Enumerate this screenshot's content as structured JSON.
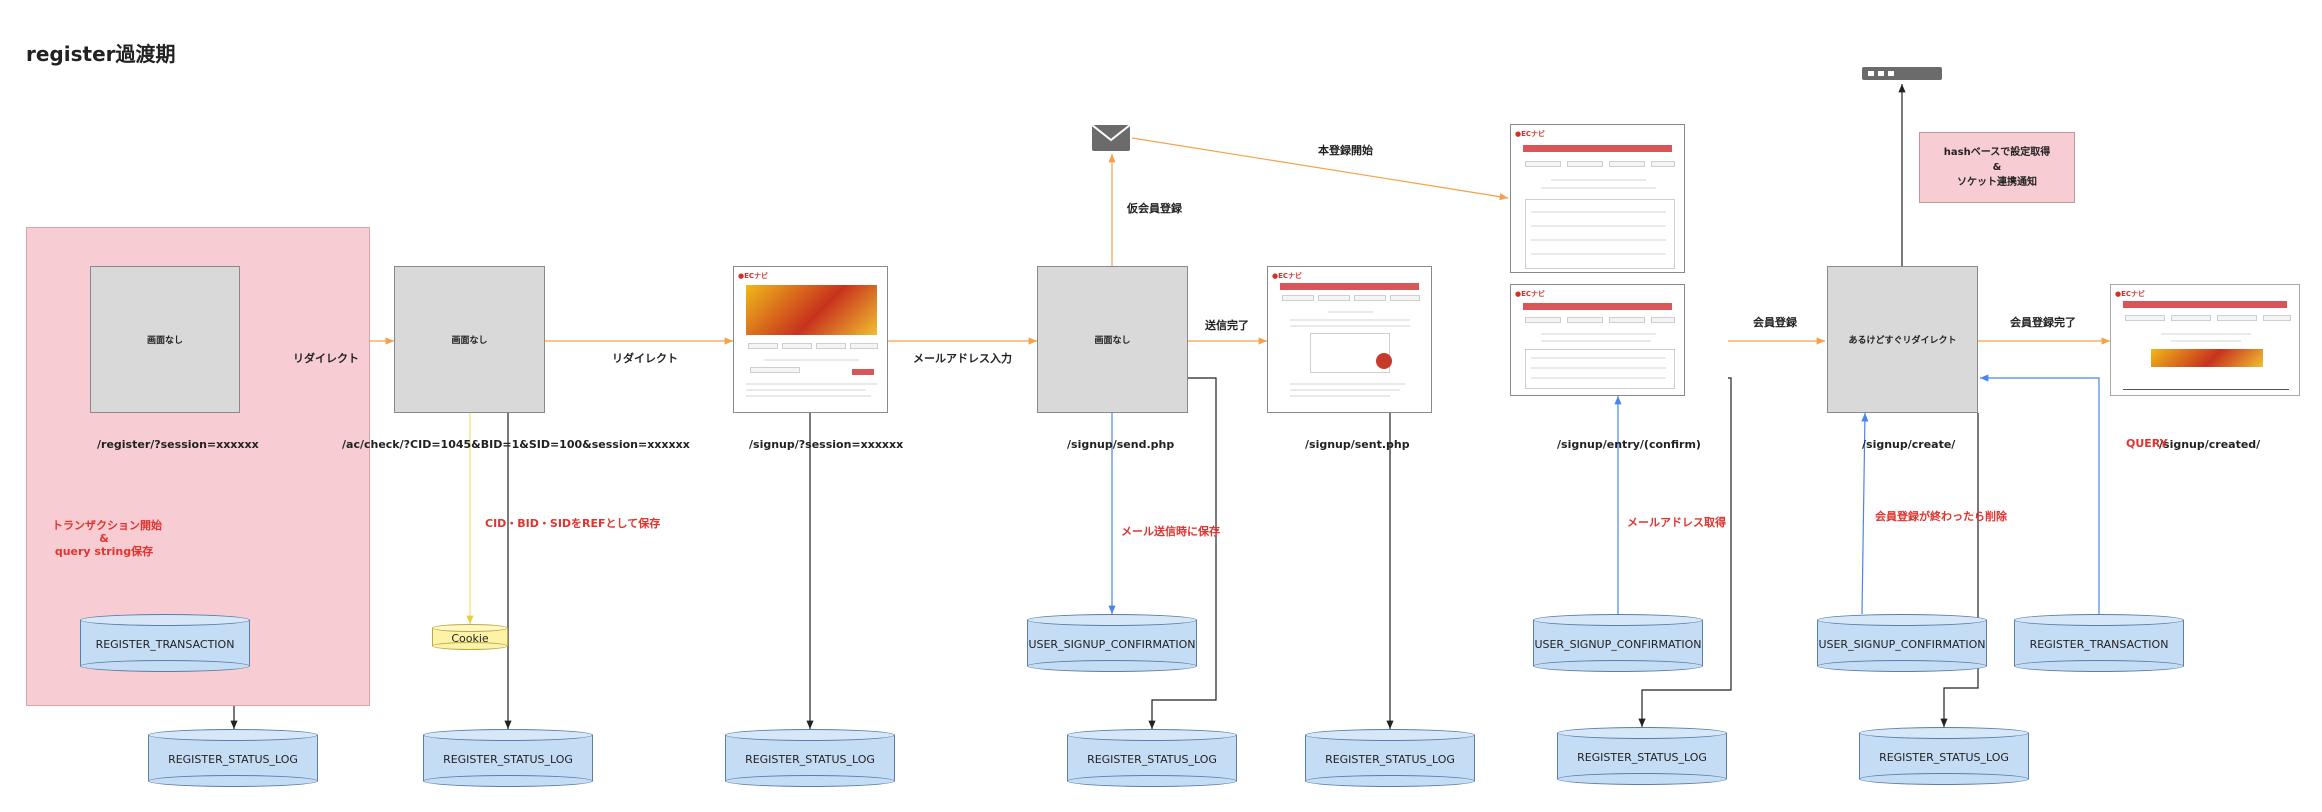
{
  "title": "register過渡期",
  "nodes": {
    "screen_none_1": "画面なし",
    "screen_none_2": "画面なし",
    "screen_none_3": "画面なし",
    "redirect_soon": "あるけどすぐリダイレクト"
  },
  "paths": {
    "register": "/register/?session=xxxxxx",
    "ac_check": "/ac/check/?CID=1045&BID=1&SID=100&session=xxxxxx",
    "signup": "/signup/?session=xxxxxx",
    "send": "/signup/send.php",
    "sent": "/signup/sent.php",
    "entry": "/signup/entry/(confirm)",
    "create": "/signup/create/",
    "created": "/signup/created/",
    "query_overlay": "QUERY"
  },
  "edges": {
    "redirect_1": "リダイレクト",
    "redirect_2": "リダイレクト",
    "email_input": "メールアドレス入力",
    "send_done": "送信完了",
    "temp_register": "仮会員登録",
    "main_register_start": "本登録開始",
    "member_register": "会員登録",
    "member_register_done": "会員登録完了"
  },
  "annotations": {
    "transaction_start_1": "トランザクション開始",
    "transaction_start_2": "&",
    "transaction_start_3": "query string保存",
    "cid_save": "CID・BID・SIDをREFとして保存",
    "mail_save": "メール送信時に保存",
    "mail_get": "メールアドレス取得",
    "delete_after": "会員登録が終わったら削除"
  },
  "note": {
    "line1": "hashベースで設定取得",
    "line2": "&",
    "line3": "ソケット連携通知"
  },
  "databases": {
    "register_transaction_1": "REGISTER_TRANSACTION",
    "register_transaction_2": "REGISTER_TRANSACTION",
    "cookie": "Cookie",
    "usc_1": "USER_SIGNUP_CONFIRMATION",
    "usc_2": "USER_SIGNUP_CONFIRMATION",
    "usc_3": "USER_SIGNUP_CONFIRMATION",
    "log_1": "REGISTER_STATUS_LOG",
    "log_2": "REGISTER_STATUS_LOG",
    "log_3": "REGISTER_STATUS_LOG",
    "log_4": "REGISTER_STATUS_LOG",
    "log_5": "REGISTER_STATUS_LOG",
    "log_6": "REGISTER_STATUS_LOG",
    "log_7": "REGISTER_STATUS_LOG"
  },
  "colors": {
    "flow_arrow": "#f5a04a",
    "data_arrow": "#4a86e8",
    "cookie_arrow": "#f2e16b",
    "log_line": "#222222",
    "transition_zone": "#f7cdd3",
    "red_text": "#e0342f"
  },
  "icons": [
    "mail-icon",
    "server-icon"
  ]
}
